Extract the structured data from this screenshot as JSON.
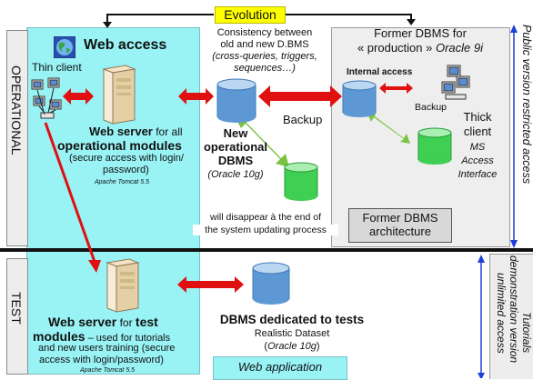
{
  "evolution": "Evolution",
  "side": {
    "operational": "OPERATIONAL",
    "test": "TEST",
    "public_version": "Public version restricted access",
    "tutorials_line1": "Tutorials",
    "tutorials_line2": "demonstration version",
    "tutorials_line3": "unlimited access"
  },
  "web_access": {
    "title": "Web access",
    "thin_client": "Thin client"
  },
  "web_server_ops": {
    "line1_bold": "Web server",
    "line1_rest": " for all",
    "line2": "operational modules",
    "line3": "(secure access with login/",
    "line4": "password)",
    "tomcat": "Apache Tomcat 5.5"
  },
  "consistency": {
    "line1": "Consistency between",
    "line2": "old and new D.BMS",
    "line3": "(cross-queries, triggers,",
    "line4": "sequences…)"
  },
  "new_dbms": {
    "line1": "New",
    "line2": "operational",
    "line3": "DBMS",
    "line4": "(Oracle 10g)"
  },
  "backup": "Backup",
  "backup_small": "Backup",
  "disappear": {
    "line1": "will disappear à the end of",
    "line2": "the system updating process"
  },
  "former": {
    "line1": "Former DBMS for",
    "line2_pre": "« production »",
    "line2_italic": " Oracle 9i",
    "internal_access": "Internal access",
    "thick1": "Thick",
    "thick2": "client",
    "ms1": "MS",
    "ms2": "Access",
    "ms3": "Interface",
    "arch1": "Former DBMS",
    "arch2": "architecture"
  },
  "web_server_test": {
    "line1_bold": "Web server",
    "line1_for": " for ",
    "line1_test": "test",
    "line2_bold": "modules",
    "line2_rest": " – used for tutorials",
    "line3": "and new users training (secure",
    "line4": "access with login/password)",
    "tomcat": "Apache Tomcat 5.5"
  },
  "dbms_tests": {
    "title": "DBMS dedicated to tests",
    "line2": "Realistic Dataset",
    "line3_pre": "(",
    "line3_italic": "Oracle 10g",
    "line3_post": ")"
  },
  "web_application": "Web application",
  "colors": {
    "cyan_panel": "#99f3f5",
    "gray_panel": "#eeeeee",
    "red_arrow": "#e01010",
    "green_arrow": "#7cc242",
    "blue_line": "#1e3fd8",
    "evolution_bg": "#ffff00",
    "db_blue": "#5e98d4",
    "db_green": "#3fcf52"
  },
  "icons": [
    "globe-icon",
    "computer-network-icon",
    "server-tower-icon",
    "database-cylinder-icon",
    "computer-icon"
  ]
}
